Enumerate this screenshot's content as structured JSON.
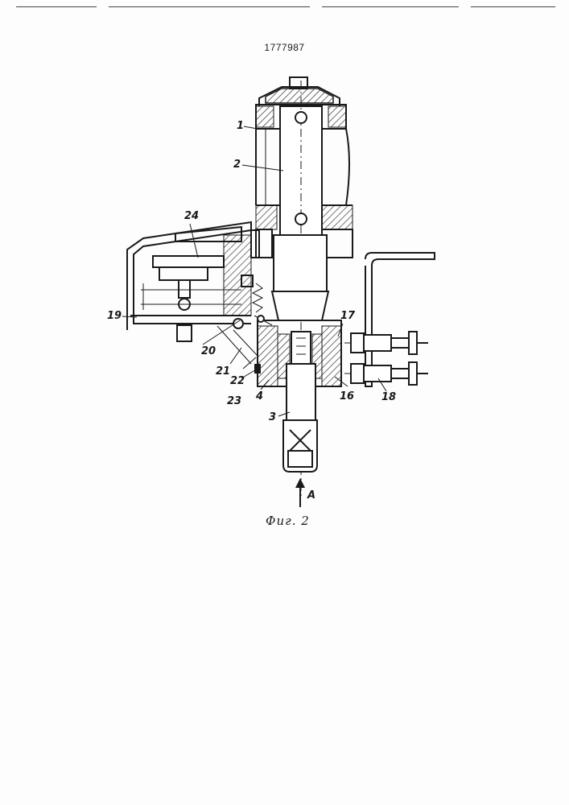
{
  "patent_number": "1777987",
  "caption": "Фиг. 2",
  "view_marker": "A",
  "labels": {
    "l1": "1",
    "l2": "2",
    "l3": "3",
    "l4": "4",
    "l16": "16",
    "l17": "17",
    "l18": "18",
    "l19": "19",
    "l20": "20",
    "l21": "21",
    "l22": "22",
    "l23": "23",
    "l24": "24"
  }
}
